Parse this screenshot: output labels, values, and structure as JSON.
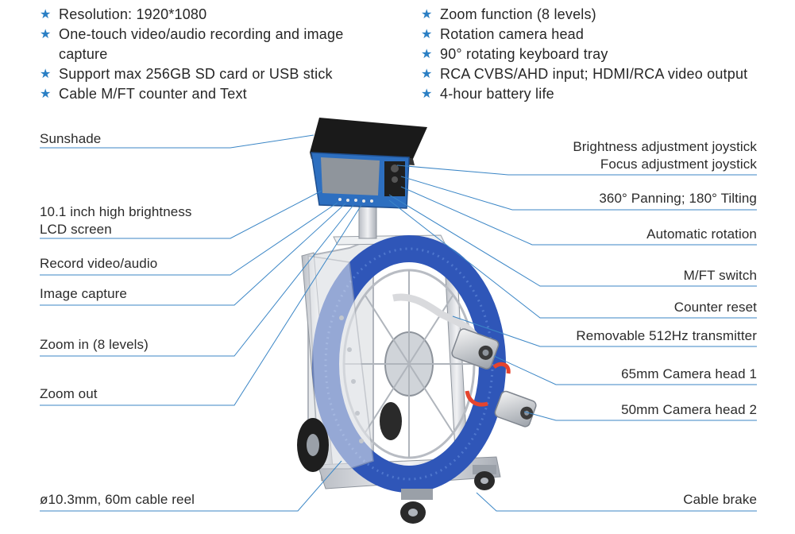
{
  "features_left": [
    "Resolution: 1920*1080",
    "One-touch video/audio recording and image capture",
    "Support max 256GB SD card or USB stick",
    "Cable M/FT counter and Text"
  ],
  "features_right": [
    "Zoom function (8 levels)",
    "Rotation camera head",
    "90° rotating keyboard tray",
    "RCA CVBS/AHD input; HDMI/RCA video output",
    "4-hour battery life"
  ],
  "callouts_left": {
    "sunshade": "Sunshade",
    "lcd_line1": "10.1 inch high brightness",
    "lcd_line2": "LCD screen",
    "record": "Record video/audio",
    "capture": "Image capture",
    "zoom_in": "Zoom in (8 levels)",
    "zoom_out": "Zoom out",
    "reel": "ø10.3mm, 60m cable reel"
  },
  "callouts_right": {
    "brightness": "Brightness adjustment joystick",
    "focus": "Focus adjustment joystick",
    "panning": "360° Panning; 180°  Tilting",
    "rotation": "Automatic rotation",
    "mft": "M/FT switch",
    "counter_reset": "Counter reset",
    "transmitter": "Removable 512Hz transmitter",
    "head65": "65mm Camera head 1",
    "head50": "50mm Camera head 2",
    "brake": "Cable brake"
  },
  "colors": {
    "star": "#2a7fc4",
    "leader": "#3b86c6",
    "cable": "#2f56b8",
    "monitor": "#2d6fc0",
    "frame": "#d6d9de"
  }
}
